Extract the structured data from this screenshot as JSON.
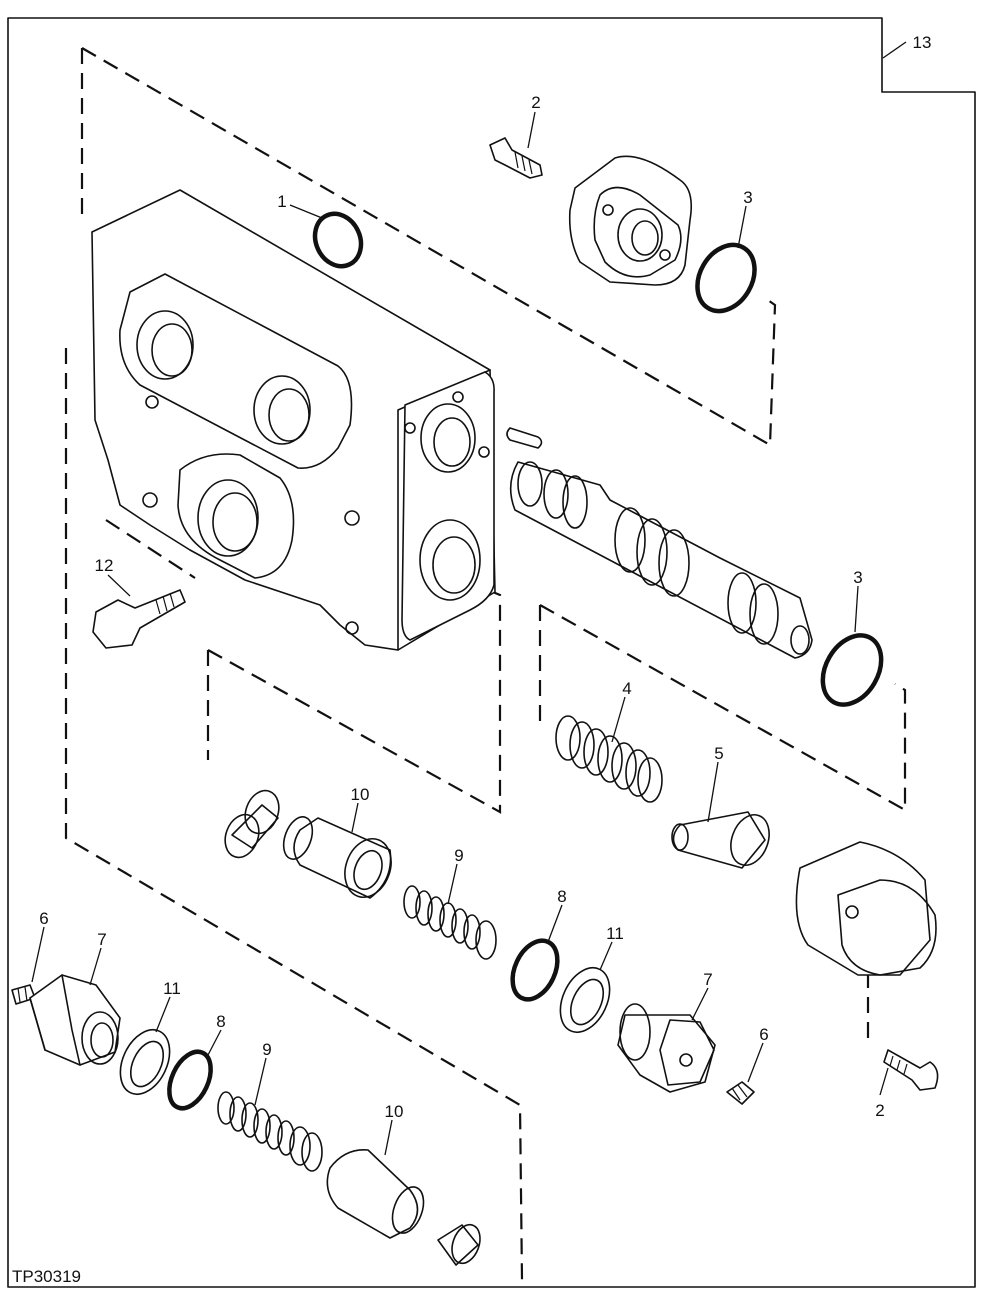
{
  "figure_code": "TP30319",
  "callouts": {
    "c1": "1",
    "c2a": "2",
    "c2b": "2",
    "c3a": "3",
    "c3b": "3",
    "c4": "4",
    "c5": "5",
    "c6a": "6",
    "c6b": "6",
    "c7a": "7",
    "c7b": "7",
    "c8a": "8",
    "c8b": "8",
    "c9a": "9",
    "c9b": "9",
    "c10a": "10",
    "c10b": "10",
    "c11a": "11",
    "c11b": "11",
    "c12": "12",
    "c13": "13"
  }
}
